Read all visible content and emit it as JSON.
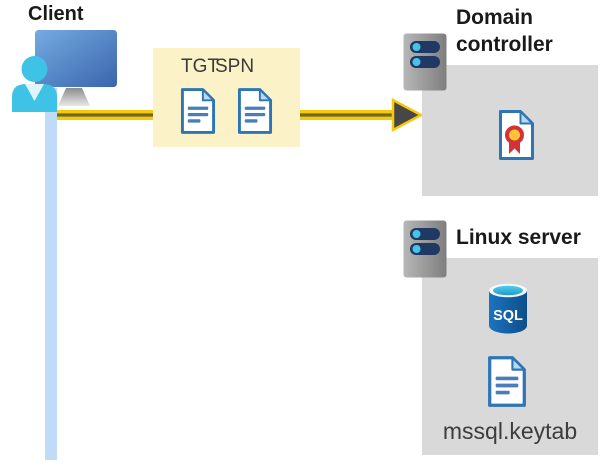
{
  "client": {
    "label": "Client"
  },
  "token_box": {
    "tgt_label": "TGT",
    "spn_label": "SPN"
  },
  "domain_controller": {
    "label": "Domain controller"
  },
  "linux_server": {
    "label": "Linux server",
    "sql_label": "SQL",
    "keytab_label": "mssql.keytab"
  },
  "colors": {
    "arrow-yellow": "#F6C90A",
    "arrow-core": "#6E6A1E",
    "arrowhead-gray": "#474747",
    "token-box-bg": "#FBF2C7",
    "panel-gray": "#D9D9D9",
    "connector-blue": "#BFDBF7",
    "doc-border-blue": "#2E75B6",
    "doc-line-blue": "#4A7EBB",
    "fold-blue": "#BDD7EE",
    "azure-blue": "#1266B1",
    "cyan": "#41C6E8",
    "cert-red": "#D13438",
    "cert-gold": "#FFC431",
    "server-navy": "#1F3864",
    "text-dark": "#1A1A1A",
    "text-gray": "#3C3C3C"
  }
}
